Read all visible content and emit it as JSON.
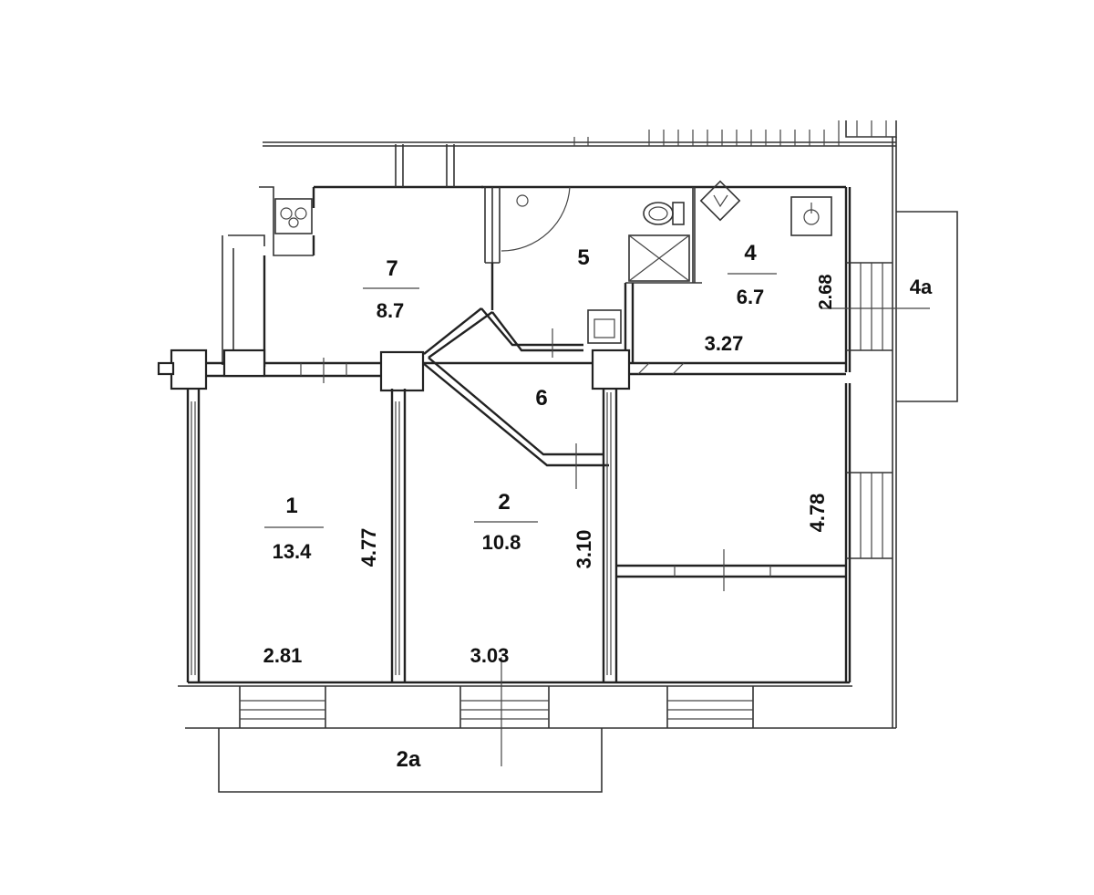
{
  "rooms": [
    {
      "id": "1",
      "area": "13.4"
    },
    {
      "id": "2",
      "area": "10.8"
    },
    {
      "id": "4",
      "area": "6.7"
    },
    {
      "id": "5"
    },
    {
      "id": "6"
    },
    {
      "id": "7",
      "area": "8.7"
    }
  ],
  "annexes": {
    "balcony_2a": "2a",
    "balcony_4a": "4a"
  },
  "dimensions": {
    "room1_width": "2.81",
    "room1_length": "4.77",
    "room2_width": "3.03",
    "room2_length": "3.10",
    "room4_width": "3.27",
    "room4_length": "2.68",
    "right_room_length": "4.78"
  },
  "fixtures": [
    "toilet-icon",
    "shower-icon",
    "sink-icon",
    "bathtub-icon",
    "stove-icon",
    "kitchen-sink-icon"
  ]
}
